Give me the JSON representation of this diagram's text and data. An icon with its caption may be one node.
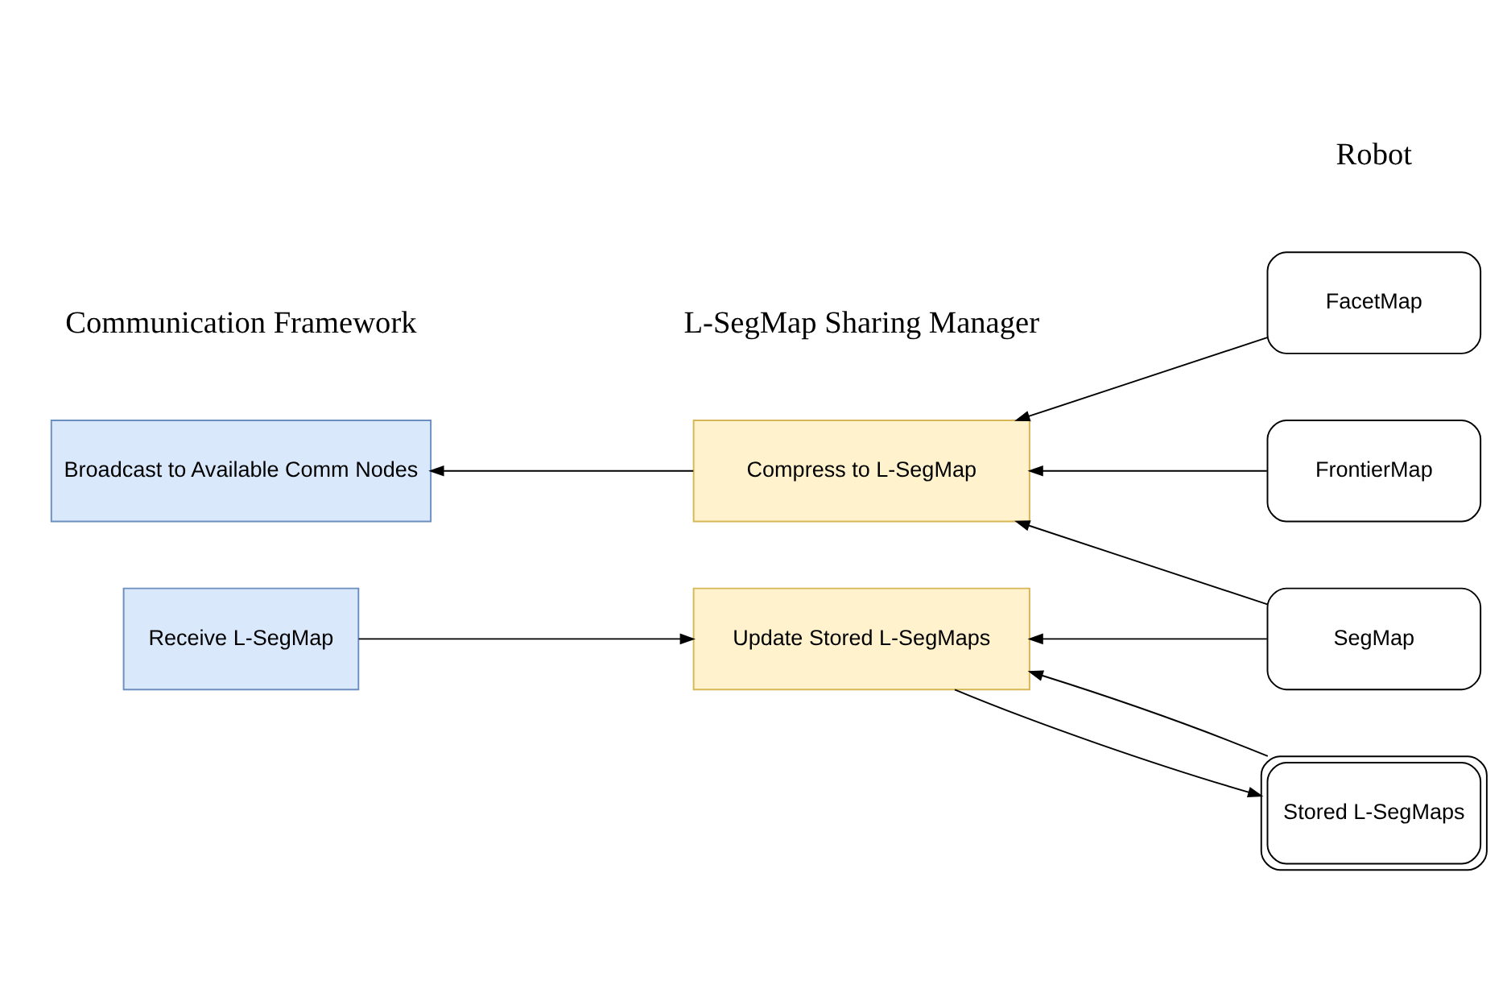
{
  "diagram": {
    "nodes": [
      {
        "text": [
          "Broadcast to Available Comm Nodes"
        ]
      },
      {
        "text": [
          "Receive L-SegMap"
        ]
      },
      {
        "text": [
          "Compress to L-SegMap"
        ]
      },
      {
        "text": [
          "Update Stored L-SegMaps"
        ]
      },
      {
        "text": [
          "FacetMap"
        ]
      },
      {
        "text": [
          "FrontierMap"
        ]
      },
      {
        "text": [
          "SegMap"
        ]
      },
      {
        "text": [
          "Stored L-SegMaps"
        ]
      }
    ],
    "edges": [
      {
        "from": 4,
        "to": 2,
        "arrow": "to"
      },
      {
        "from": 2,
        "to": 0,
        "arrow": "to"
      },
      {
        "from": 5,
        "to": 2,
        "arrow": "to"
      },
      {
        "from": 6,
        "to": 2,
        "arrow": "to"
      },
      {
        "from": 6,
        "to": 3,
        "arrow": "to"
      },
      {
        "from": 1,
        "to": 3,
        "arrow": "to"
      },
      {
        "from": 3,
        "to": 7,
        "arrow": "to"
      },
      {
        "from": 7,
        "to": 3,
        "arrow": "to"
      }
    ],
    "labels": [
      "Communication Framework",
      "L-SegMap Sharing Manager",
      "Robot"
    ]
  }
}
